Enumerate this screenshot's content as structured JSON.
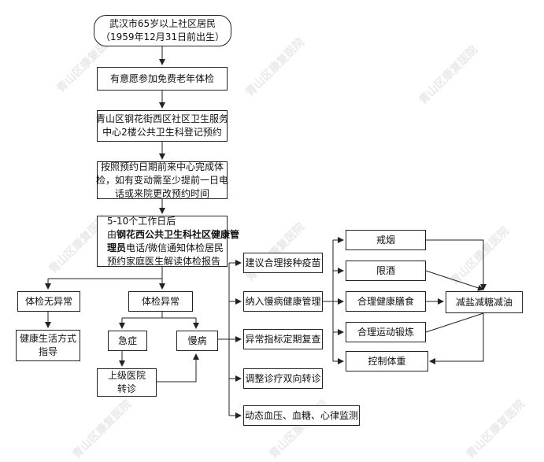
{
  "watermark": "青山区康复医院",
  "nodes": {
    "start": [
      "武汉市65岁以上社区居民",
      "（1959年12月31日前出生）"
    ],
    "willing": [
      "有意愿参加免费老年体检"
    ],
    "register": [
      "青山区钢花街西区社区卫生服务",
      "中心2楼公共卫生科登记预约"
    ],
    "checkup": [
      "按照预约日期前来中心完成体",
      "检，如有变动需至少提前一日电",
      "话或来院更改预约时间"
    ],
    "report_line1": "5-10个工作日后",
    "report_prefix": "由",
    "report_bold1": "钢花西公共卫生科社区健康管",
    "report_bold2": "理员",
    "report_rest2": "电话/微信通知体检居民",
    "report_line4": "预约家庭医生解读体检报告",
    "normal": "体检无异常",
    "abnormal": "体检异常",
    "lifestyle": [
      "健康生活方式",
      "指导"
    ],
    "acute": "急症",
    "chronic": "慢病",
    "referral": [
      "上级医院",
      "转诊"
    ],
    "vaccine": "建议合理接种疫苗",
    "manage": "纳入慢病健康管理",
    "recheck": "异常指标定期复查",
    "two_way": "调整诊疗双向转诊",
    "monitor": "动态血压、血糖、心律监测",
    "smoke": "戒烟",
    "alcohol": "限酒",
    "diet": "合理健康膳食",
    "exercise": "合理运动锻炼",
    "weight": "控制体重",
    "salt_sugar": "减盐减糖减油"
  }
}
